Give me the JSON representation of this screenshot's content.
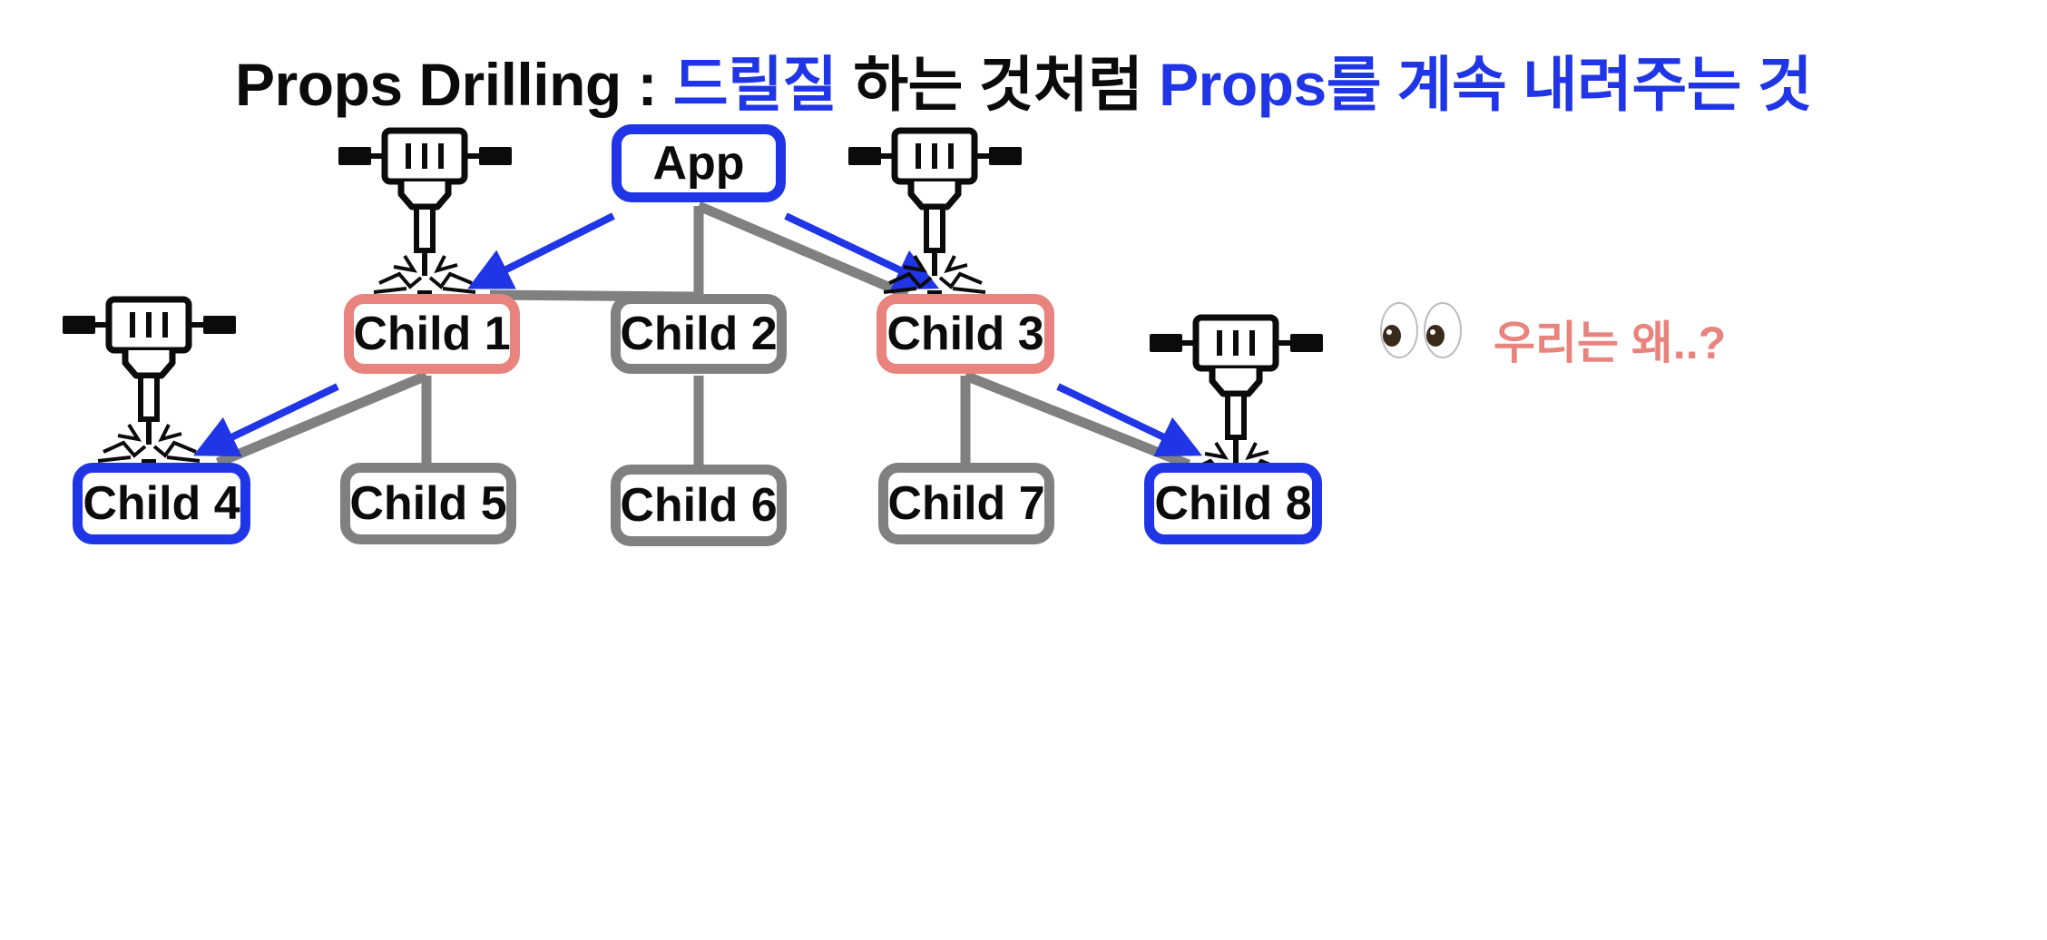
{
  "title": {
    "part1": "Props Drilling : ",
    "part2": "드릴질",
    "part3": " 하는 것처럼 ",
    "part4": "Props를 계속 내려주는 것"
  },
  "nodes": {
    "app": "App",
    "child1": "Child 1",
    "child2": "Child 2",
    "child3": "Child 3",
    "child4": "Child 4",
    "child5": "Child 5",
    "child6": "Child 6",
    "child7": "Child 7",
    "child8": "Child 8"
  },
  "comment": "우리는 왜..?",
  "colors": {
    "highlight_blue": "#1f35e6",
    "passing_red": "#e8837e",
    "idle_gray": "#808080",
    "text": "#0b0b0b"
  },
  "icons": [
    "jackhammer-icon",
    "eyes-icon",
    "arrow-icon"
  ]
}
